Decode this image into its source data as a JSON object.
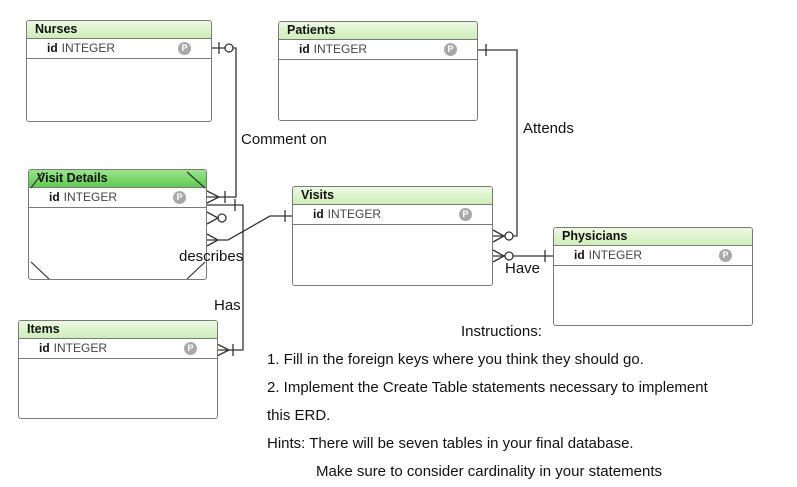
{
  "entities": {
    "nurses": {
      "name": "Nurses",
      "attr_name": "id",
      "attr_type": "INTEGER",
      "pk": "P"
    },
    "patients": {
      "name": "Patients",
      "attr_name": "id",
      "attr_type": "INTEGER",
      "pk": "P"
    },
    "visit_details": {
      "name": "Visit Details",
      "attr_name": "id",
      "attr_type": "INTEGER",
      "pk": "P"
    },
    "visits": {
      "name": "Visits",
      "attr_name": "id",
      "attr_type": "INTEGER",
      "pk": "P"
    },
    "physicians": {
      "name": "Physicians",
      "attr_name": "id",
      "attr_type": "INTEGER",
      "pk": "P"
    },
    "items": {
      "name": "Items",
      "attr_name": "id",
      "attr_type": "INTEGER",
      "pk": "P"
    }
  },
  "relationships": {
    "comment_on": "Comment on",
    "attends": "Attends",
    "describes": "describes",
    "have": "Have",
    "has": "Has"
  },
  "instructions": {
    "heading": "Instructions:",
    "step1": "1. Fill in the foreign keys where you think they should go.",
    "step2": "2. Implement the Create Table statements necessary to implement",
    "step2_cont": "this ERD.",
    "hints": "Hints: There will be seven tables in your final database.",
    "hints_cont": "Make sure to consider cardinality in your statements"
  },
  "colors": {
    "header_green": "#cdeeb9",
    "selected_header_green": "#5fcb52",
    "line": "#333333",
    "pk_badge": "#a9a9a9"
  }
}
